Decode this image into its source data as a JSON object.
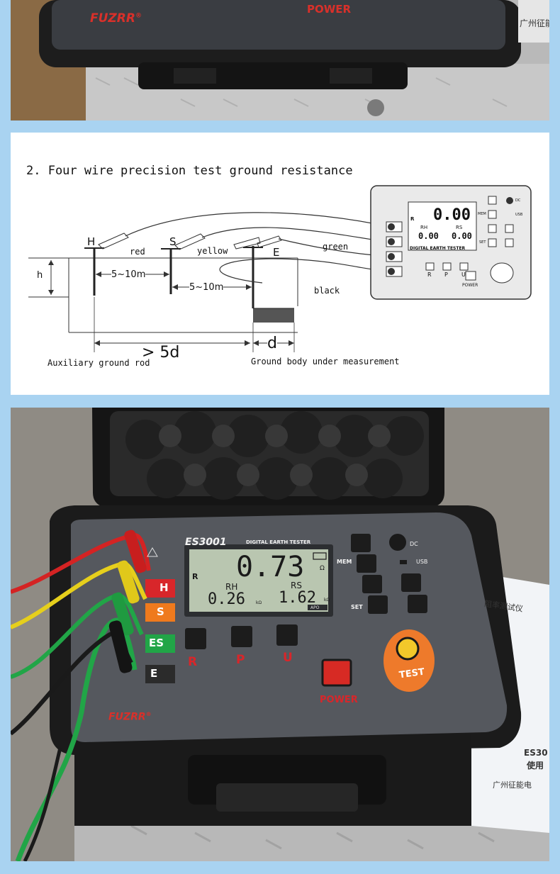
{
  "top_photo": {
    "brand": "FUZRR",
    "brand_mark": "®",
    "power_label": "POWER",
    "side_text": "广州征能"
  },
  "diagram": {
    "heading": "2. Four wire precision test ground resistance",
    "terminals": {
      "h": "H",
      "s": "S",
      "e": "E"
    },
    "wires": {
      "red": "red",
      "yellow": "yellow",
      "green": "green",
      "black": "black"
    },
    "dims": {
      "h": "h",
      "dist1": "5~10m",
      "dist2": "5~10m",
      "gt5d": "> 5d",
      "d": "d"
    },
    "caption_left": "Auxiliary ground rod",
    "caption_right": "Ground body under measurement",
    "mini_device": {
      "reading": "0.00",
      "r_mode": "R",
      "rh_label": "RH",
      "rs_label": "RS",
      "rh_value": "0.00",
      "rs_value": "0.00",
      "title": "DIGITAL EARTH TESTER",
      "mem": "MEM",
      "set": "SET",
      "dc": "DC",
      "usb": "USB",
      "btn_r": "R",
      "btn_p": "P",
      "btn_u": "U",
      "power": "POWER"
    }
  },
  "device": {
    "model": "ES3001",
    "title": "DIGITAL EARTH TESTER",
    "main_reading": "0.73",
    "main_unit": "Ω",
    "r_mode": "R",
    "rh_label": "RH",
    "rs_label": "RS",
    "rh_value": "0.26",
    "rs_value": "1.62",
    "sub_unit": "kΩ",
    "apo": "APO",
    "terminals": [
      "H",
      "S",
      "ES",
      "E"
    ],
    "terminal_colors": [
      "#d8262a",
      "#ef7a1d",
      "#21a547",
      "#2b2b2b"
    ],
    "mem": "MEM",
    "set": "SET",
    "dc": "DC",
    "usb": "USB",
    "buttons": [
      "R",
      "P",
      "U"
    ],
    "power": "POWER",
    "test": "TEST",
    "brand": "FUZRR",
    "brand_mark": "®"
  },
  "manual": {
    "title_fragment": "阻率测试仪",
    "model_fragment": "ES30",
    "subtitle_fragment": "使用",
    "company_fragment": "广州征能电"
  }
}
